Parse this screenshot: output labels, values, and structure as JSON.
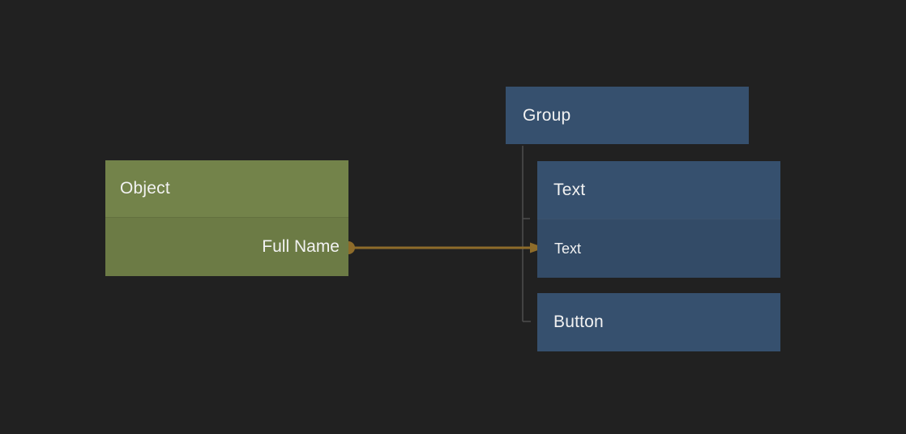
{
  "colors": {
    "background": "#212121",
    "object_header": "#73834a",
    "object_body": "#6c7b45",
    "blue_header": "#36506e",
    "blue_body": "#334b67",
    "arrow": "#8e6c2a",
    "tree_line": "#4d4d4d",
    "text": "#f2f2f2"
  },
  "object_node": {
    "title": "Object",
    "fields": [
      {
        "label": "Full Name"
      }
    ]
  },
  "group_node": {
    "title": "Group"
  },
  "text_node": {
    "title": "Text",
    "rows": [
      {
        "label": "Text"
      }
    ]
  },
  "button_node": {
    "title": "Button"
  },
  "connection": {
    "from": "Full Name",
    "to": "Text"
  }
}
